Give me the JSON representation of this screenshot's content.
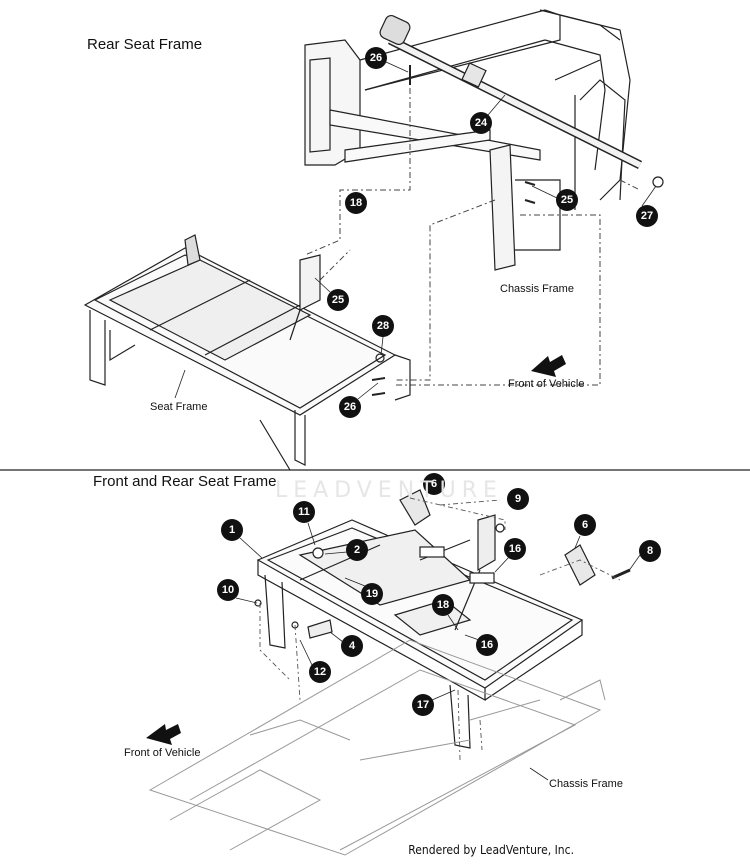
{
  "panels": {
    "rear_title": "Rear Seat Frame",
    "front_title": "Front and Rear Seat Frame"
  },
  "labels": {
    "chassis_frame_top": "Chassis Frame",
    "seat_frame": "Seat Frame",
    "front_of_vehicle_top": "Front of Vehicle",
    "front_of_vehicle_bottom": "Front of Vehicle",
    "chassis_frame_bottom": "Chassis Frame"
  },
  "callouts_top": [
    "26",
    "24",
    "18",
    "25",
    "27",
    "25",
    "28",
    "26"
  ],
  "callouts_bottom": [
    "6",
    "9",
    "1",
    "11",
    "2",
    "16",
    "6",
    "8",
    "19",
    "10",
    "18",
    "16",
    "4",
    "12",
    "17"
  ],
  "watermark": "LEADVENTURE",
  "footer": "Rendered by LeadVenture, Inc."
}
